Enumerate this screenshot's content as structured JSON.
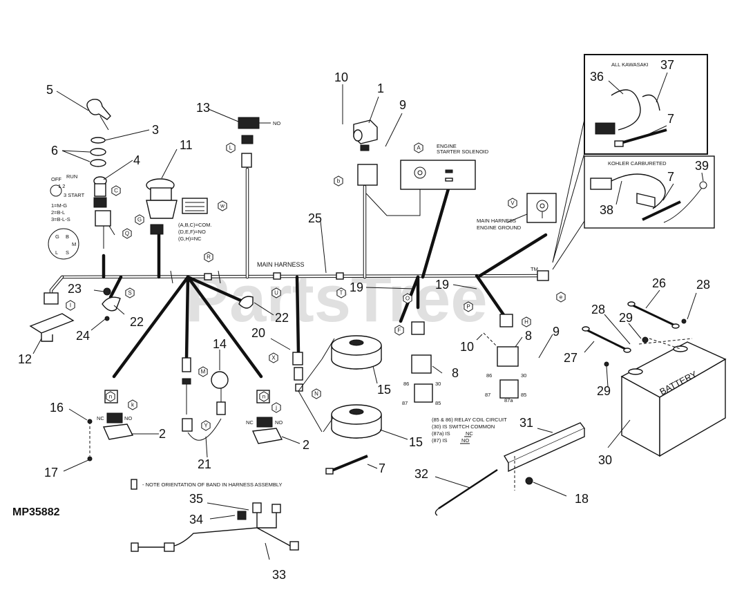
{
  "diagram_id": "MP35882",
  "watermark": "PartsTree",
  "watermark_tm": "TM",
  "main_harness": "MAIN HARNESS",
  "callouts": {
    "c1": "1",
    "c2a": "2",
    "c2b": "2",
    "c3": "3",
    "c4": "4",
    "c5": "5",
    "c6": "6",
    "c7a": "7",
    "c7b": "7",
    "c7c": "7",
    "c8a": "8",
    "c8b": "8",
    "c9a": "9",
    "c9b": "9",
    "c10a": "10",
    "c10b": "10",
    "c11": "11",
    "c12": "12",
    "c13": "13",
    "c14": "14",
    "c15a": "15",
    "c15b": "15",
    "c16": "16",
    "c17": "17",
    "c18": "18",
    "c19a": "19",
    "c19b": "19",
    "c20": "20",
    "c21": "21",
    "c22a": "22",
    "c22b": "22",
    "c23": "23",
    "c24": "24",
    "c25": "25",
    "c26": "26",
    "c27": "27",
    "c28a": "28",
    "c28b": "28",
    "c29a": "29",
    "c29b": "29",
    "c30": "30",
    "c31": "31",
    "c32": "32",
    "c33": "33",
    "c34": "34",
    "c35": "35",
    "c36": "36",
    "c37": "37",
    "c38": "38",
    "c39": "39"
  },
  "hex_labels": {
    "A": "A",
    "b": "b",
    "C": "C",
    "e": "e",
    "F": "F",
    "G": "G",
    "H": "H",
    "I": "I",
    "j": "j",
    "k": "k",
    "L": "L",
    "M": "M",
    "N": "N",
    "O": "O",
    "P": "P",
    "Q": "Q",
    "R": "R",
    "S": "S",
    "T": "T",
    "U": "U",
    "V": "V",
    "w": "w",
    "X": "X",
    "Y": "Y",
    "n1": "n",
    "n2": "n"
  },
  "notes": {
    "engine_starter_1": "ENGINE",
    "engine_starter_2": "STARTER SOLENOID",
    "ground_1": "MAIN HARNESS",
    "ground_2": "ENGINE GROUND",
    "all_kawasaki": "ALL KAWASAKI",
    "kohler": "KOHLER CARBURETED",
    "no_13": "NO",
    "key_off": "OFF",
    "key_run": "RUN",
    "key_12": "1  2",
    "key_start": "3  START",
    "key_1": "1=M-G",
    "key_2": "2=B-L",
    "key_3": "3=B-L-S",
    "sw_1": "(A,B,C)=COM.",
    "sw_2": "(D,E,F)=NO",
    "sw_3": "(G,H)=NC",
    "nc_left": "NC",
    "no_left": "NO",
    "nc_right": "NC",
    "no_right": "NO",
    "relay_1": "(85 & 86) RELAY COIL CIRCUIT",
    "relay_2": "(30) IS SWITCH COMMON",
    "relay_3a": "(87a) IS",
    "relay_3b": "NC",
    "relay_4a": "(87) IS",
    "relay_4b": "NO",
    "band_note": "- NOTE ORIENTATION OF BAND IN HARNESS  ASSEMBLY",
    "battery": "BATTERY",
    "pin_g": "G",
    "pin_b": "B",
    "pin_m": "M",
    "pin_l": "L",
    "pin_s": "S",
    "relay_pin_86": "86",
    "relay_pin_30": "30",
    "relay_pin_85": "85",
    "relay_pin_87": "87",
    "relay_pin_87a": "87a"
  }
}
